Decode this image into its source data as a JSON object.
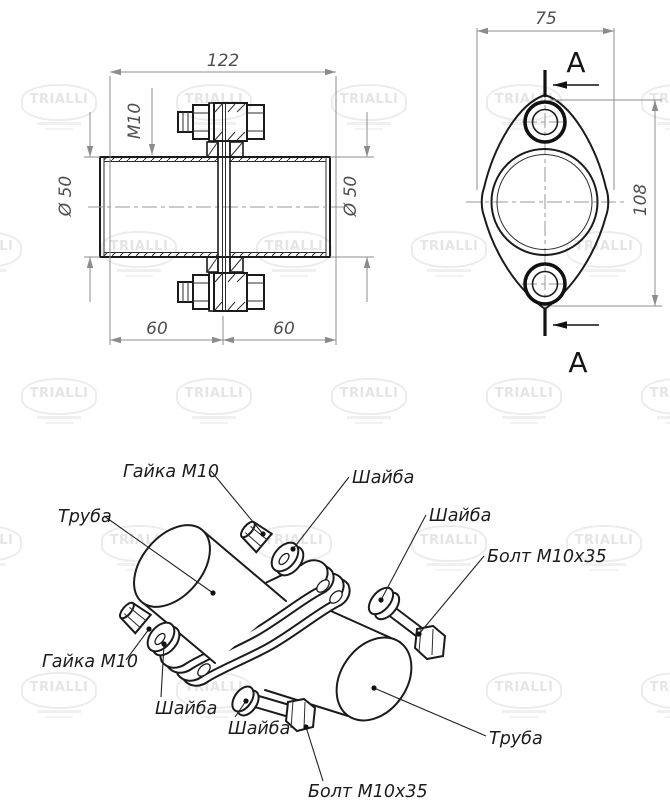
{
  "watermark": {
    "text": "TRIALLI"
  },
  "side_view": {
    "dim_length": "122",
    "dim_thread": "M10",
    "dim_diameter_left": "Ø 50",
    "dim_diameter_right": "Ø 50",
    "dim_left_segment": "60",
    "dim_right_segment": "60"
  },
  "flange_view": {
    "dim_width": "75",
    "dim_height": "108",
    "section_top": "A",
    "section_bottom": "A"
  },
  "iso_view": {
    "nut_top": "Гайка М10",
    "pipe_left": "Труба",
    "washer_top_left": "Шайба",
    "washer_top_right": "Шайба",
    "bolt_right": "Болт М10х35",
    "nut_bottom": "Гайка М10",
    "washer_bottom_left": "Шайба",
    "washer_bottom_mid": "Шайба",
    "bolt_bottom": "Болт М10х35",
    "pipe_right": "Труба"
  }
}
